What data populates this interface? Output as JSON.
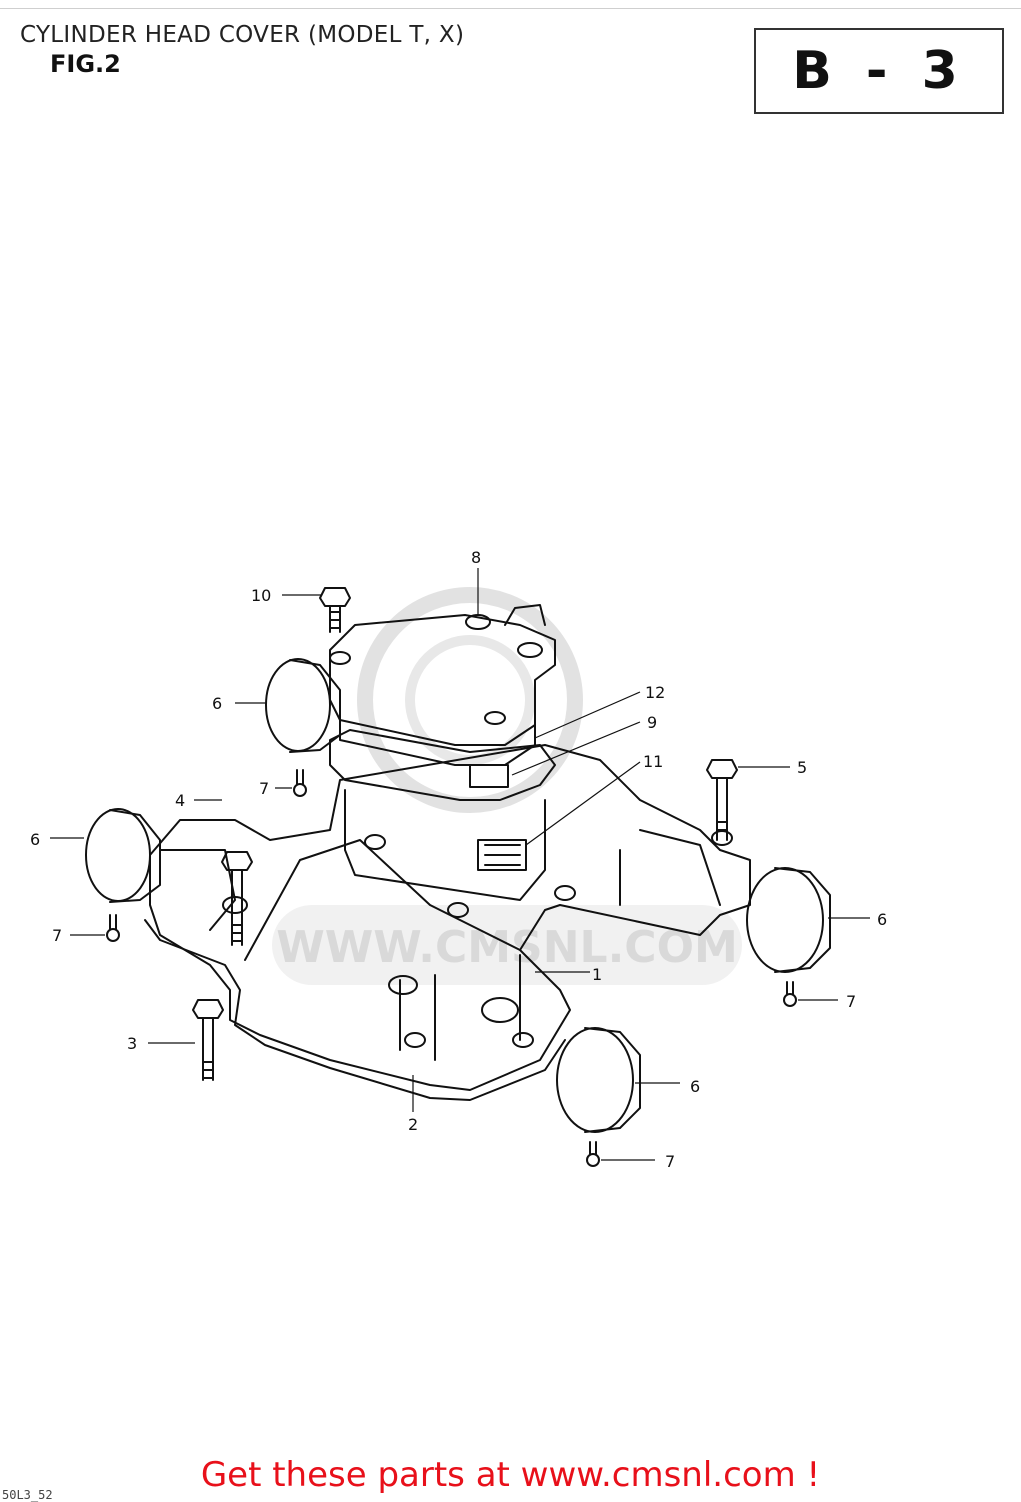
{
  "header": {
    "title": "CYLINDER HEAD COVER (MODEL T, X)",
    "figure": "FIG.2",
    "ref": "B - 3"
  },
  "watermark": {
    "text": "WWW.CMSNL.COM"
  },
  "callouts": [
    "1",
    "2",
    "3",
    "4",
    "5",
    "6",
    "7",
    "8",
    "9",
    "10",
    "11",
    "12"
  ],
  "footer": {
    "text": "Get these parts at www.cmsnl.com !",
    "color": "#e8101a"
  },
  "corner_code": "50L3_52"
}
